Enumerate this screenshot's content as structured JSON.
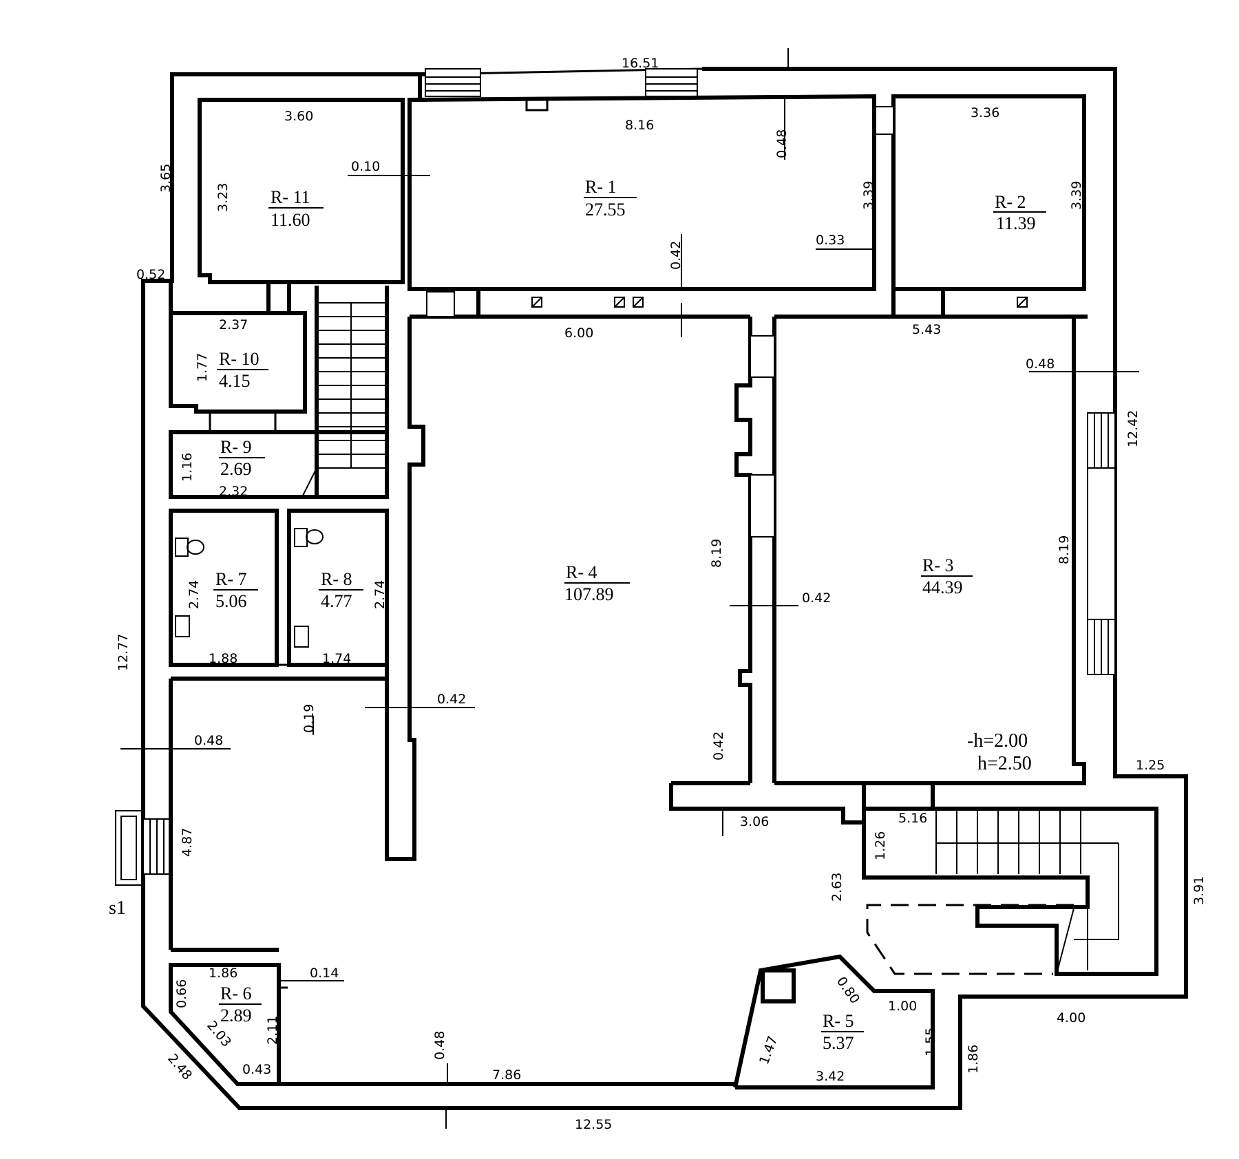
{
  "rooms": [
    {
      "id": "R-11",
      "name": "R- 11",
      "area": "11.60"
    },
    {
      "id": "R-1",
      "name": "R- 1",
      "area": "27.55"
    },
    {
      "id": "R-2",
      "name": "R- 2",
      "area": "11.39"
    },
    {
      "id": "R-10",
      "name": "R- 10",
      "area": "4.15"
    },
    {
      "id": "R-9",
      "name": "R- 9",
      "area": "2.69"
    },
    {
      "id": "R-7",
      "name": "R- 7",
      "area": "5.06"
    },
    {
      "id": "R-8",
      "name": "R- 8",
      "area": "4.77"
    },
    {
      "id": "R-4",
      "name": "R- 4",
      "area": "107.89"
    },
    {
      "id": "R-3",
      "name": "R- 3",
      "area": "44.39"
    },
    {
      "id": "R-6",
      "name": "R- 6",
      "area": "2.89"
    },
    {
      "id": "R-5",
      "name": "R- 5",
      "area": "5.37"
    }
  ],
  "dimensions": [
    "16.51",
    "3.60",
    "8.16",
    "3.36",
    "3.65",
    "3.23",
    "0.10",
    "0.48",
    "3.39",
    "3.39",
    "0.33",
    "0.42",
    "0.52",
    "2.37",
    "1.77",
    "6.00",
    "5.43",
    "0.48",
    "12.42",
    "1.16",
    "2.32",
    "8.19",
    "8.19",
    "2.74",
    "2.74",
    "0.42",
    "1.88",
    "1.74",
    "12.77",
    "0.19",
    "0.42",
    "0.48",
    "0.42",
    "1.25",
    "3.06",
    "5.16",
    "1.26",
    "4.87",
    "2.63",
    "3.91",
    "1.86",
    "0.66",
    "0.14",
    "0.80",
    "1.00",
    "2.11",
    "2.03",
    "1.55",
    "1.47",
    "0.43",
    "2.48",
    "0.48",
    "7.86",
    "3.42",
    "4.00",
    "1.86",
    "12.55"
  ],
  "notes": {
    "height_1": "-h=2.00",
    "height_2": "h=2.50",
    "entrance": "s1"
  }
}
